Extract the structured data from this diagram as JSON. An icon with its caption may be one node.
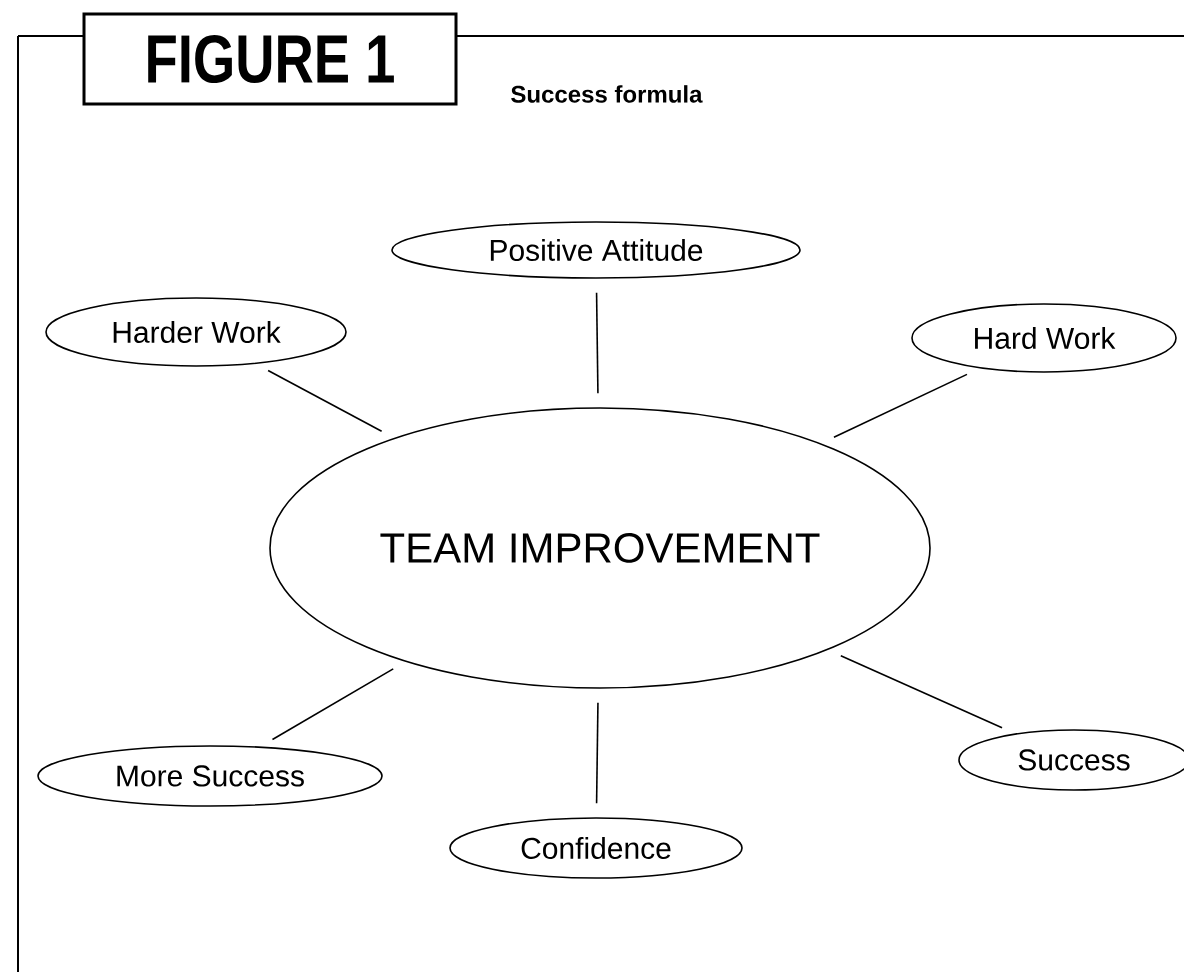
{
  "diagram": {
    "title": "Success formula",
    "nodes": [
      {
        "text": [
          "FIGURE 1"
        ]
      },
      {
        "text": [
          "Positive Attitude"
        ]
      },
      {
        "text": [
          "Harder Work"
        ]
      },
      {
        "text": [
          "Hard Work"
        ]
      },
      {
        "text": [
          "TEAM IMPROVEMENT"
        ]
      },
      {
        "text": [
          "More Success"
        ]
      },
      {
        "text": [
          "Success"
        ]
      },
      {
        "text": [
          "Confidence"
        ]
      }
    ],
    "edges": [
      {
        "from": 4,
        "to": 1,
        "arrow": "none"
      },
      {
        "from": 4,
        "to": 2,
        "arrow": "none"
      },
      {
        "from": 4,
        "to": 3,
        "arrow": "none"
      },
      {
        "from": 4,
        "to": 5,
        "arrow": "none"
      },
      {
        "from": 4,
        "to": 6,
        "arrow": "none"
      },
      {
        "from": 4,
        "to": 7,
        "arrow": "none"
      }
    ]
  }
}
